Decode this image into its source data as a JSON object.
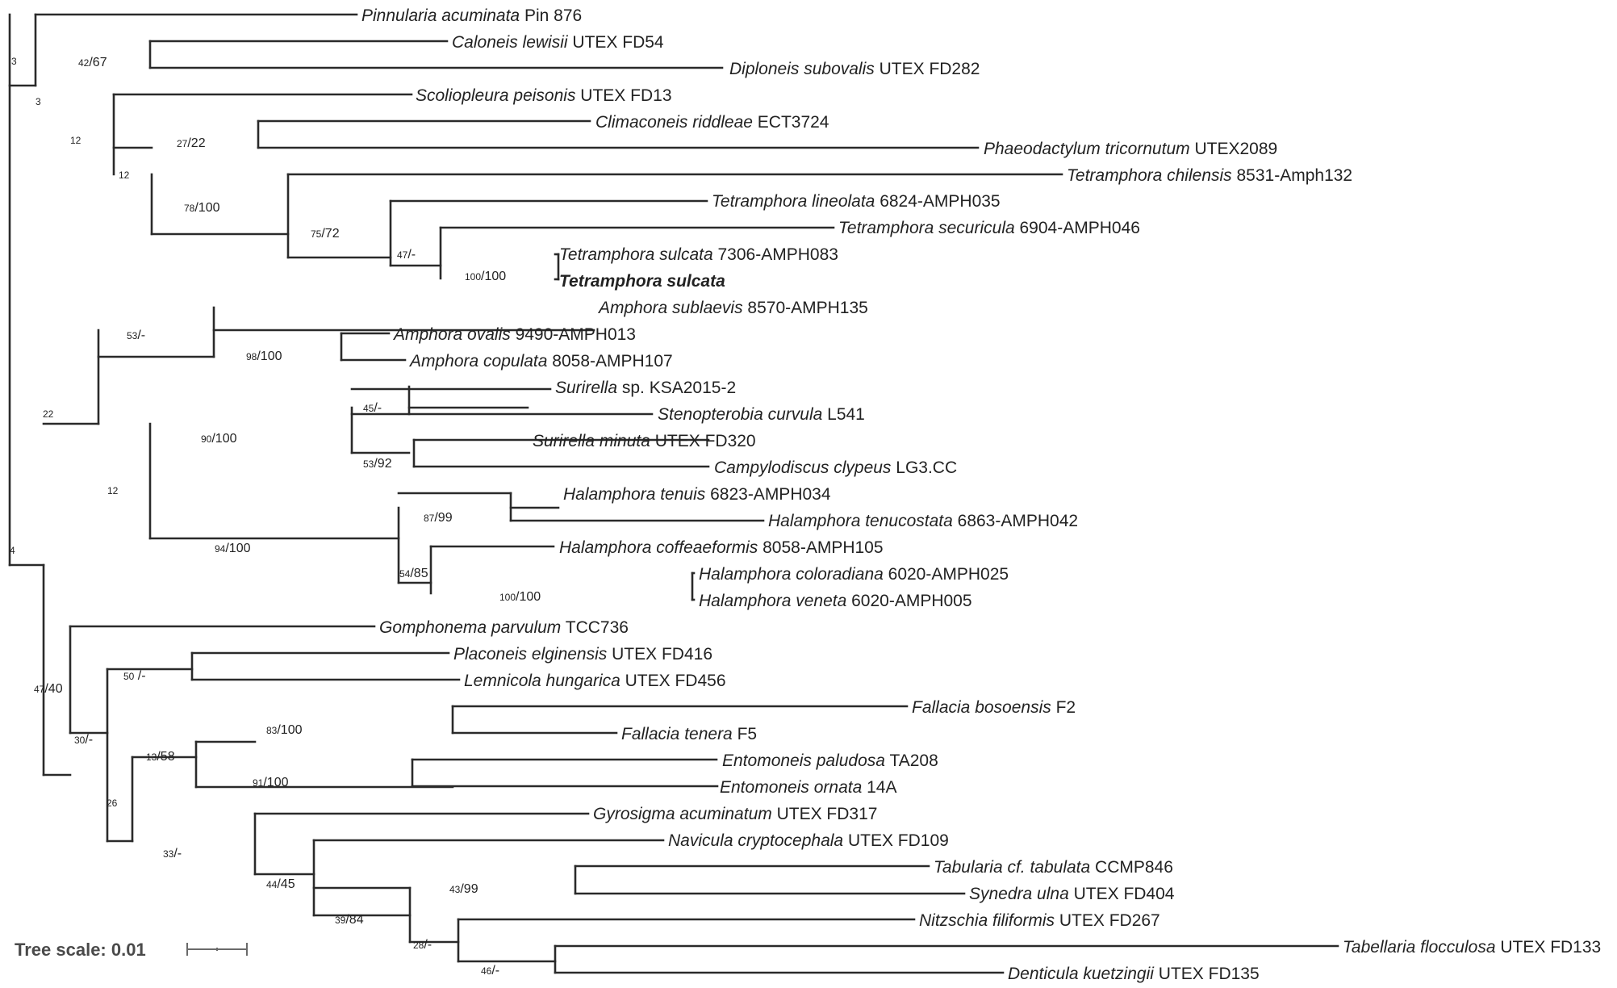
{
  "tree_scale": {
    "label": "Tree scale: 0.01"
  },
  "taxa": [
    {
      "id": "pinnularia",
      "genus": "Pinnularia acuminata",
      "rest": " Pin 876"
    },
    {
      "id": "caloneis",
      "genus": "Caloneis lewisii",
      "rest": " UTEX FD54"
    },
    {
      "id": "diploneis",
      "genus": "Diploneis subovalis",
      "rest": " UTEX FD282"
    },
    {
      "id": "scoliopleura",
      "genus": "Scoliopleura peisonis",
      "rest": "  UTEX FD13"
    },
    {
      "id": "climaconeis",
      "genus": "Climaconeis riddleae",
      "rest": " ECT3724"
    },
    {
      "id": "phaeodactylum",
      "genus": "Phaeodactylum tricornutum",
      "rest": " UTEX2089"
    },
    {
      "id": "tet-chilensis",
      "genus": "Tetramphora chilensis",
      "rest": " 8531-Amph132"
    },
    {
      "id": "tet-lineolata",
      "genus": "Tetramphora lineolata",
      "rest": " 6824-AMPH035"
    },
    {
      "id": "tet-securicula",
      "genus": "Tetramphora securicula",
      "rest": " 6904-AMPH046"
    },
    {
      "id": "tet-sulcata-7306",
      "genus": "Tetramphora sulcata",
      "rest": " 7306-AMPH083"
    },
    {
      "id": "tet-sulcata",
      "genus": "Tetramphora sulcata",
      "rest": "",
      "bold": true
    },
    {
      "id": "amp-sublaevis",
      "genus": "Amphora sublaevis",
      "rest": " 8570-AMPH135"
    },
    {
      "id": "amp-ovalis",
      "genus": "Amphora ovalis",
      "rest": " 9490-AMPH013"
    },
    {
      "id": "amp-copulata",
      "genus": "Amphora copulata",
      "rest": " 8058-AMPH107"
    },
    {
      "id": "surirella-sp",
      "genus": "Surirella",
      "rest": " sp. KSA2015-2"
    },
    {
      "id": "stenopterobia",
      "genus": "Stenopterobia curvula",
      "rest": " L541"
    },
    {
      "id": "surirella-minuta",
      "genus": "Surirella minuta",
      "rest": " UTEX FD320"
    },
    {
      "id": "campylodiscus",
      "genus": "Campylodiscus clypeus",
      "rest": " LG3.CC"
    },
    {
      "id": "hal-tenuis",
      "genus": "Halamphora tenuis",
      "rest": " 6823-AMPH034"
    },
    {
      "id": "hal-tenucostata",
      "genus": "Halamphora tenucostata",
      "rest": " 6863-AMPH042"
    },
    {
      "id": "hal-coffeaeformis",
      "genus": "Halamphora coffeaeformis",
      "rest": " 8058-AMPH105"
    },
    {
      "id": "hal-coloradiana",
      "genus": "Halamphora coloradiana",
      "rest": " 6020-AMPH025"
    },
    {
      "id": "hal-veneta",
      "genus": "Halamphora veneta",
      "rest": " 6020-AMPH005"
    },
    {
      "id": "gomphonema",
      "genus": "Gomphonema parvulum",
      "rest": " TCC736"
    },
    {
      "id": "placoneis",
      "genus": "Placoneis elginensis",
      "rest": " UTEX FD416"
    },
    {
      "id": "lemnicola",
      "genus": "Lemnicola hungarica",
      "rest": " UTEX FD456"
    },
    {
      "id": "fal-bosoensis",
      "genus": "Fallacia bosoensis",
      "rest": " F2"
    },
    {
      "id": "fal-tenera",
      "genus": "Fallacia tenera",
      "rest": " F5"
    },
    {
      "id": "ent-paludosa",
      "genus": "Entomoneis paludosa",
      "rest": " TA208"
    },
    {
      "id": "ent-ornata",
      "genus": "Entomoneis ornata",
      "rest": " 14A"
    },
    {
      "id": "gyrosigma",
      "genus": "Gyrosigma acuminatum",
      "rest": " UTEX FD317"
    },
    {
      "id": "navicula",
      "genus": "Navicula cryptocephala",
      "rest": " UTEX FD109"
    },
    {
      "id": "tabularia",
      "genus": "Tabularia cf. tabulata",
      "rest": " CCMP846"
    },
    {
      "id": "synedra",
      "genus": "Synedra ulna",
      "rest": " UTEX FD404"
    },
    {
      "id": "nitzschia",
      "genus": "Nitzschia filiformis",
      "rest": " UTEX FD267"
    },
    {
      "id": "tabellaria",
      "genus": "Tabellaria flocculosa",
      "rest": " UTEX FD133"
    },
    {
      "id": "denticula",
      "genus": "Denticula kuetzingii",
      "rest": " UTEX FD135"
    }
  ],
  "supports": [
    {
      "id": "n-root-upper-a",
      "first": "3",
      "second": ""
    },
    {
      "id": "n-root-upper-b",
      "first": "3",
      "second": ""
    },
    {
      "id": "n-caloneis-diploneis",
      "first": "42",
      "second": "/67"
    },
    {
      "id": "n-scolio-group",
      "first": "12",
      "second": ""
    },
    {
      "id": "n-clim-tet-group",
      "first": "12",
      "second": ""
    },
    {
      "id": "n-clim-phaeo",
      "first": "27",
      "second": "/22"
    },
    {
      "id": "n-tetramphora",
      "first": "78",
      "second": "/100"
    },
    {
      "id": "n-tet-inner",
      "first": "75",
      "second": "/72"
    },
    {
      "id": "n-tet-secur",
      "first": "47",
      "second": "/-"
    },
    {
      "id": "n-tet-sulcata",
      "first": "100",
      "second": "/100"
    },
    {
      "id": "n-root",
      "first": "4",
      "second": ""
    },
    {
      "id": "n-middle",
      "first": "22",
      "second": ""
    },
    {
      "id": "n-amphora",
      "first": "53",
      "second": "/-"
    },
    {
      "id": "n-amp-ov-cop",
      "first": "98",
      "second": "/100"
    },
    {
      "id": "n-surir-halam",
      "first": "12",
      "second": ""
    },
    {
      "id": "n-surirellaceae",
      "first": "90",
      "second": "/100"
    },
    {
      "id": "n-surirella-sten",
      "first": "45",
      "second": "/-"
    },
    {
      "id": "n-minuta-campy",
      "first": "53",
      "second": "/92"
    },
    {
      "id": "n-halamphora",
      "first": "94",
      "second": "/100"
    },
    {
      "id": "n-hal-tenuis",
      "first": "87",
      "second": "/99"
    },
    {
      "id": "n-hal-coffea",
      "first": "54",
      "second": "/85"
    },
    {
      "id": "n-hal-colo-ven",
      "first": "100",
      "second": "/100"
    },
    {
      "id": "n-lower",
      "first": "47",
      "second": "/40"
    },
    {
      "id": "n-lower-inner",
      "first": "30",
      "second": "/-"
    },
    {
      "id": "n-plac-lemn",
      "first": "50",
      "second": " /-"
    },
    {
      "id": "n-lower-b",
      "first": "26",
      "second": ""
    },
    {
      "id": "n-fal-ent",
      "first": "13",
      "second": "/58"
    },
    {
      "id": "n-fallacia",
      "first": "83",
      "second": "/100"
    },
    {
      "id": "n-entomoneis",
      "first": "91",
      "second": "/100"
    },
    {
      "id": "n-raphid",
      "first": "33",
      "second": "/-"
    },
    {
      "id": "n-navic-group",
      "first": "44",
      "second": "/45"
    },
    {
      "id": "n-araphid",
      "first": "39",
      "second": "/84"
    },
    {
      "id": "n-tab-syn",
      "first": "43",
      "second": "/99"
    },
    {
      "id": "n-nitz-group",
      "first": "28",
      "second": "/-"
    },
    {
      "id": "n-tab-dent",
      "first": "46",
      "second": "/-"
    }
  ]
}
